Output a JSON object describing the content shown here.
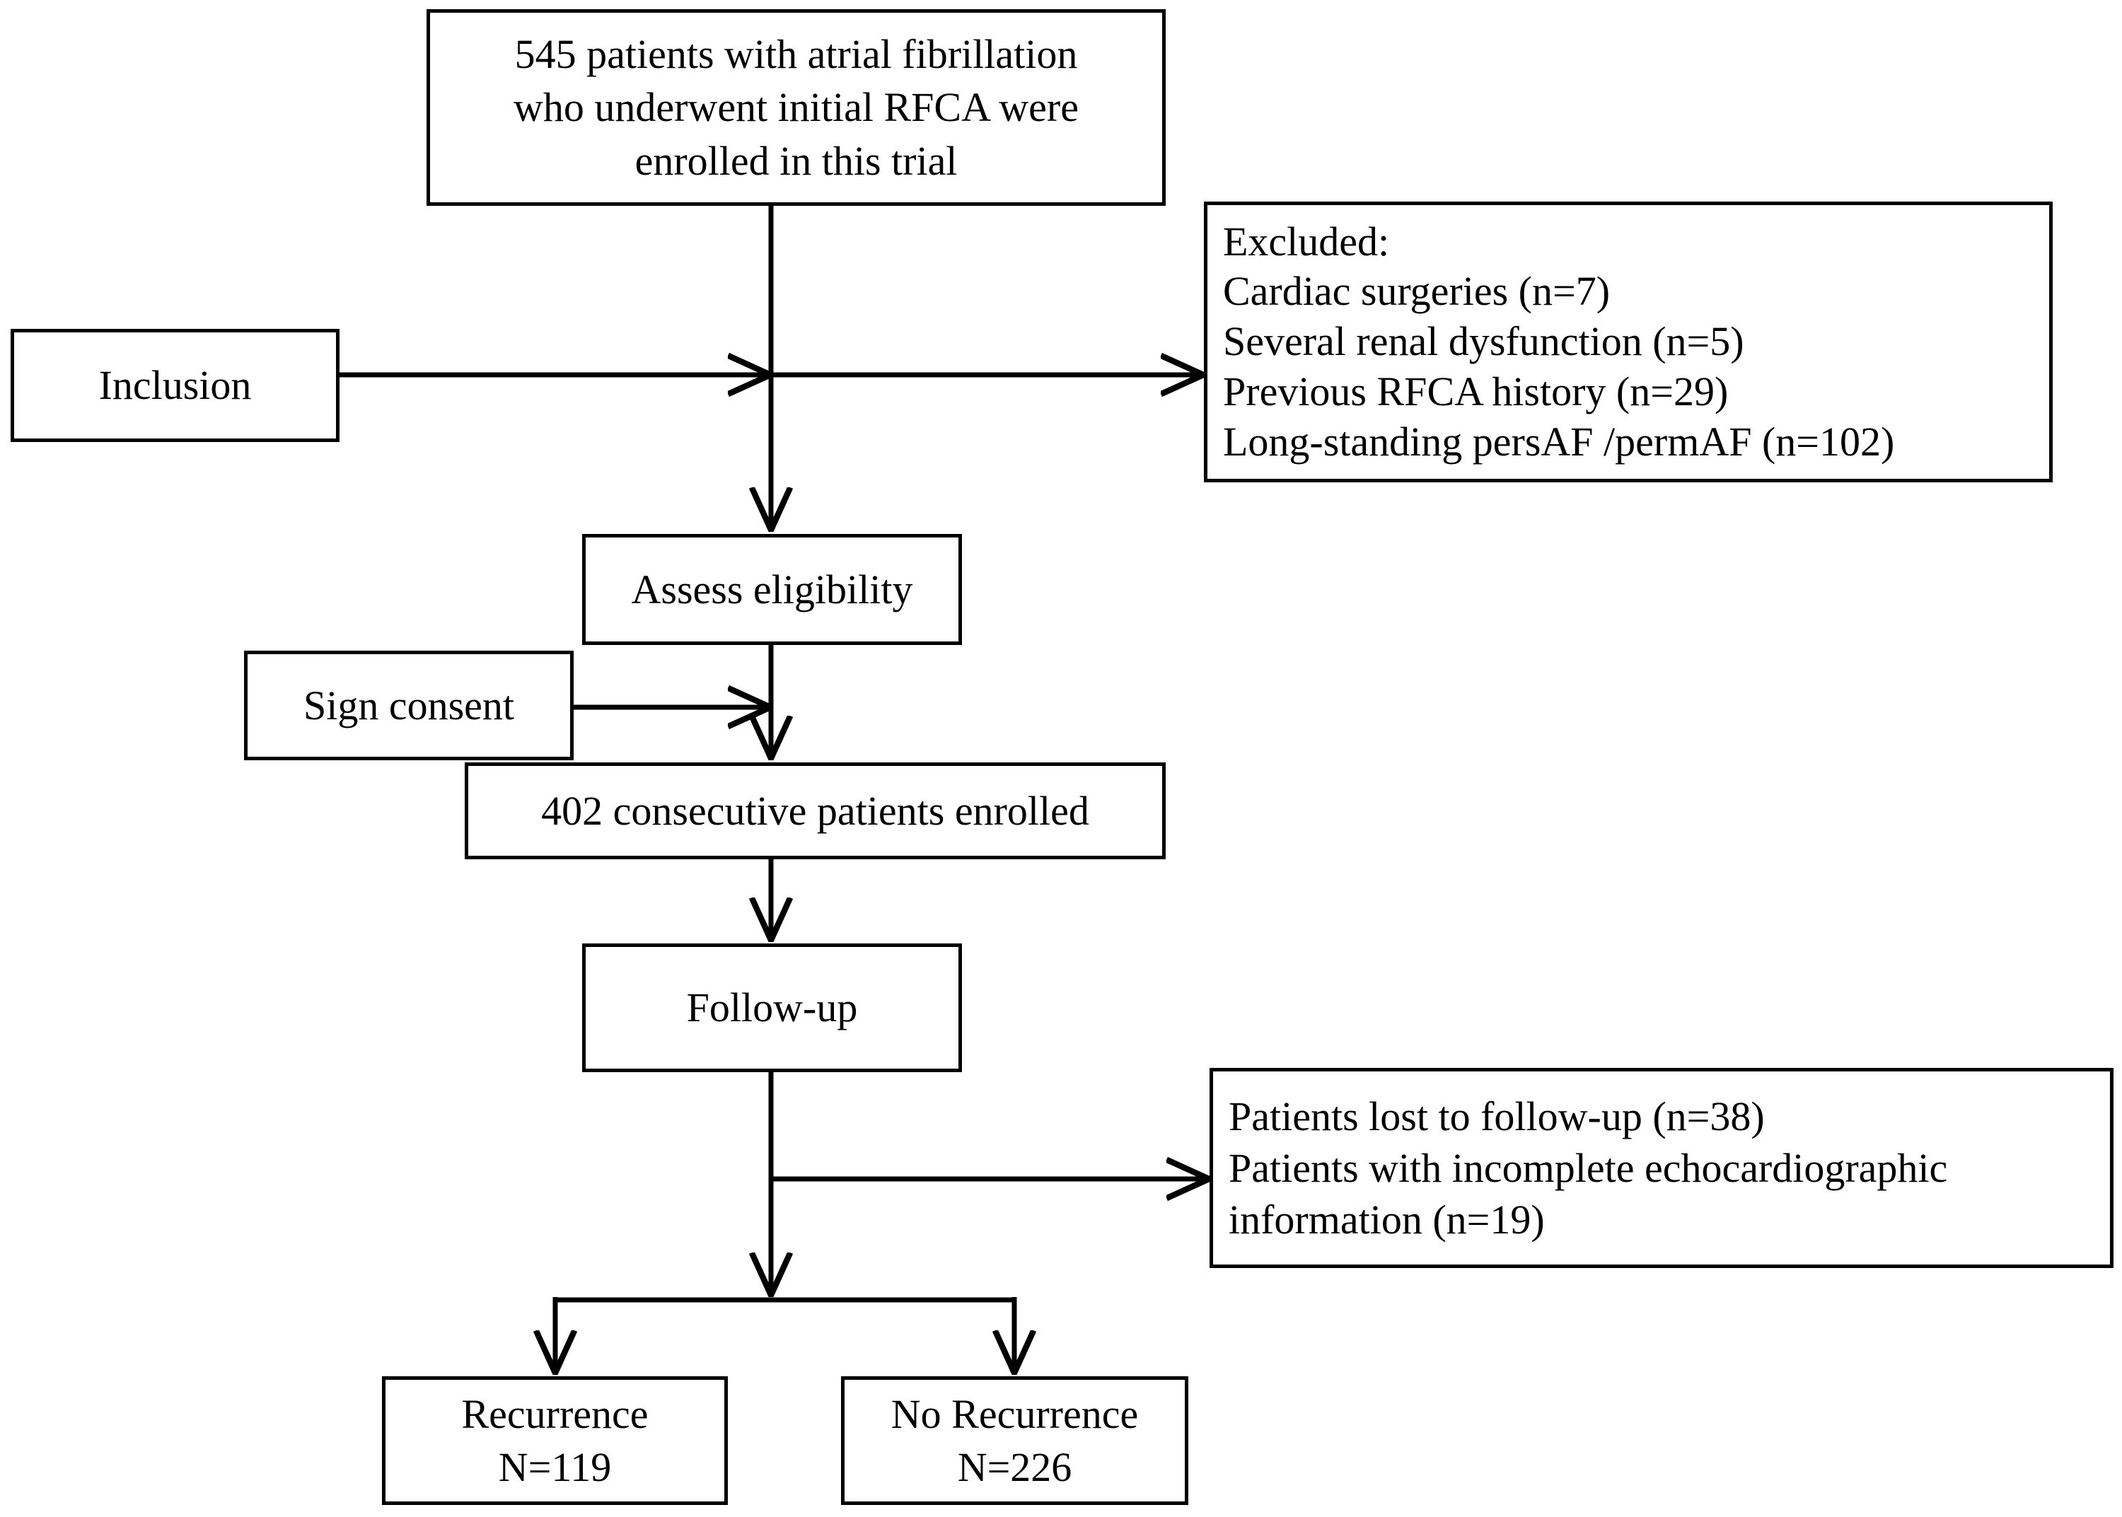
{
  "diagram": {
    "type": "flowchart",
    "title": "CONSORT-style patient enrollment flow diagram",
    "nodes": {
      "enrolled_top": {
        "lines": [
          "545 patients with atrial fibrillation",
          "who underwent initial RFCA were",
          "enrolled in this trial"
        ]
      },
      "inclusion": {
        "lines": [
          "Inclusion"
        ]
      },
      "excluded": {
        "lines": [
          "Excluded:",
          "Cardiac surgeries (n=7)",
          "Several renal dysfunction (n=5)",
          "Previous RFCA history (n=29)",
          "Long-standing persAF /permAF (n=102)"
        ]
      },
      "assess_eligibility": {
        "lines": [
          "Assess eligibility"
        ]
      },
      "sign_consent": {
        "lines": [
          "Sign consent"
        ]
      },
      "consecutive_enrolled": {
        "lines": [
          "402 consecutive patients enrolled"
        ]
      },
      "follow_up": {
        "lines": [
          "Follow-up"
        ]
      },
      "lost_followup": {
        "lines": [
          "Patients lost to follow-up (n=38)",
          "Patients with incomplete echocardiographic",
          "information (n=19)"
        ]
      },
      "recurrence": {
        "lines": [
          "Recurrence",
          "N=119"
        ]
      },
      "no_recurrence": {
        "lines": [
          "No Recurrence",
          "N=226"
        ]
      }
    },
    "counts": {
      "total_screened": 545,
      "excluded_cardiac_surgeries": 7,
      "excluded_severe_renal_dysfunction": 5,
      "excluded_previous_rfca_history": 29,
      "excluded_long_standing_persaf_permaf": 102,
      "enrolled": 402,
      "lost_to_follow_up": 38,
      "incomplete_echocardiographic_information": 19,
      "recurrence": 119,
      "no_recurrence": 226
    },
    "style": {
      "line_color": "#000000",
      "box_fill": "#ffffff",
      "background": "#ffffff"
    }
  }
}
